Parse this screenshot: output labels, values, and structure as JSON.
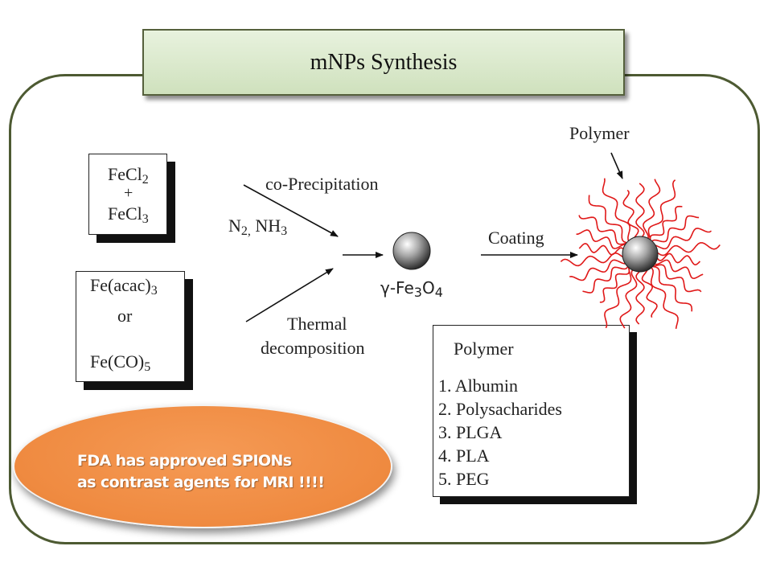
{
  "title": "mNPs Synthesis",
  "reagents_top": {
    "line1_base": "FeCl",
    "line1_sub": "2",
    "plus": "+",
    "line2_base": "FeCl",
    "line2_sub": "3"
  },
  "reagents_bottom": {
    "line1_base": "Fe(acac)",
    "line1_sub": "3",
    "or": "or",
    "line2_base": "Fe(CO)",
    "line2_sub": "5"
  },
  "route_top": {
    "label": "co-Precipitation",
    "cond_part1": "N",
    "cond_sub1": "2,",
    "cond_part2": " NH",
    "cond_sub2": "3"
  },
  "route_bottom": {
    "line1": "Thermal",
    "line2": "decomposition"
  },
  "product": {
    "prefix": "γ-Fe",
    "sub1": "3",
    "mid": "O",
    "sub2": "4"
  },
  "coating_label": "Coating",
  "polymer_pointer_label": "Polymer",
  "polymer_box": {
    "title": "Polymer",
    "items": [
      "1. Albumin",
      "2. Polysacharides",
      "3. PLGA",
      "4. PLA",
      "5. PEG"
    ]
  },
  "note": {
    "line1": "FDA has approved SPIONs",
    "line2": "as contrast agents for MRI !!!!"
  },
  "colors": {
    "frame": "#4d5a32",
    "title_bg": "#d9e8cb",
    "note_bg": "#ef8a40",
    "polymer_chains": "#e01818"
  }
}
